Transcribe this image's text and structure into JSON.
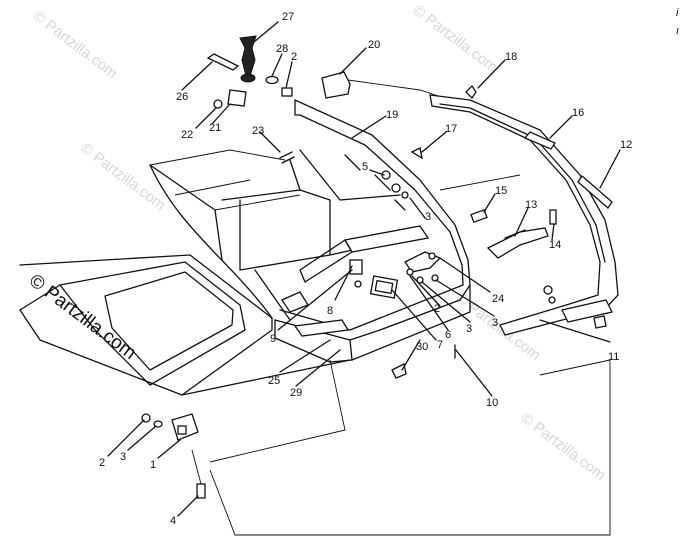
{
  "watermark": "© Partzilla.com",
  "corner_marks": [
    "i",
    "ı"
  ],
  "callouts": [
    "27",
    "28",
    "2",
    "20",
    "26",
    "22",
    "21",
    "23",
    "19",
    "18",
    "16",
    "17",
    "12",
    "5",
    "15",
    "13",
    "14",
    "3",
    "8",
    "9",
    "24",
    "2",
    "3",
    "6",
    "3",
    "7",
    "30",
    "25",
    "29",
    "10",
    "11",
    "2",
    "3",
    "1",
    "4"
  ]
}
